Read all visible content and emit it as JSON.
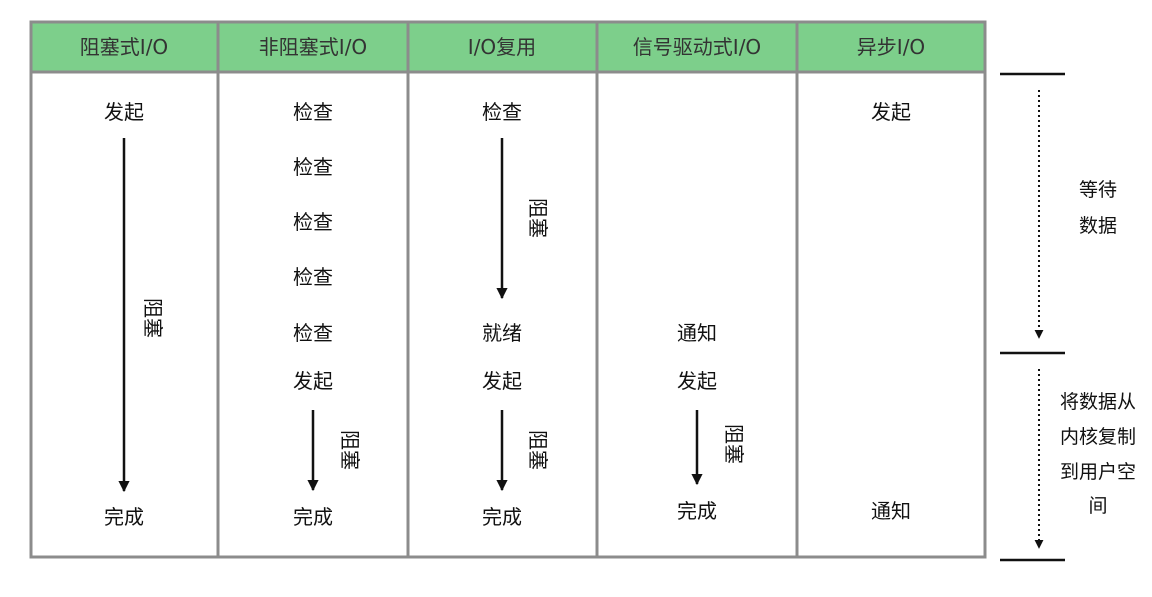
{
  "colors": {
    "header_bg": "#7dcf8b",
    "border": "#8c8c8c",
    "arrow": "#111111"
  },
  "columns": [
    {
      "header": "阻塞式I/O",
      "labels": {
        "start": "发起",
        "end": "完成",
        "block1": "阻塞"
      }
    },
    {
      "header": "非阻塞式I/O",
      "labels": {
        "check1": "检查",
        "check2": "检查",
        "check3": "检查",
        "check4": "检查",
        "check5": "检查",
        "start": "发起",
        "block2": "阻塞",
        "end": "完成"
      }
    },
    {
      "header": "I/O复用",
      "labels": {
        "check": "检查",
        "block1": "阻塞",
        "ready": "就绪",
        "start": "发起",
        "block2": "阻塞",
        "end": "完成"
      }
    },
    {
      "header": "信号驱动式I/O",
      "labels": {
        "notify": "通知",
        "start": "发起",
        "block2": "阻塞",
        "end": "完成"
      }
    },
    {
      "header": "异步I/O",
      "labels": {
        "start": "发起",
        "notify": "通知"
      }
    }
  ],
  "phases": {
    "wait_data": [
      "等待",
      "数据"
    ],
    "copy_data": [
      "将数据从",
      "内核复制",
      "到用户空",
      "间"
    ]
  }
}
